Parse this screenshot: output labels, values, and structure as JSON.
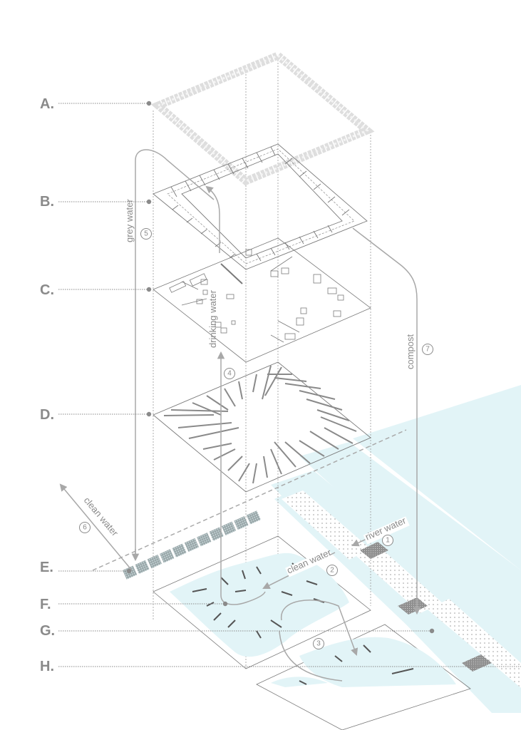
{
  "diagram": {
    "title": "Exploded axonometric water and resource cycle",
    "colors": {
      "water": "#e2f4f7",
      "line": "#7a7a7a",
      "label": "#8a8a8a",
      "arrow": "#a8a8a8",
      "brick": "#dedede"
    },
    "layers": [
      {
        "id": "A",
        "label": "A."
      },
      {
        "id": "B",
        "label": "B."
      },
      {
        "id": "C",
        "label": "C."
      },
      {
        "id": "D",
        "label": "D."
      },
      {
        "id": "E",
        "label": "E."
      },
      {
        "id": "F",
        "label": "F."
      },
      {
        "id": "G",
        "label": "G."
      },
      {
        "id": "H",
        "label": "H."
      }
    ],
    "flows": [
      {
        "step": "1",
        "label": "river water"
      },
      {
        "step": "2",
        "label": "clean water"
      },
      {
        "step": "3",
        "label": ""
      },
      {
        "step": "4",
        "label": "drinking water"
      },
      {
        "step": "5",
        "label": "grey water"
      },
      {
        "step": "6",
        "label": "clean water"
      },
      {
        "step": "7",
        "label": "compost"
      }
    ]
  }
}
